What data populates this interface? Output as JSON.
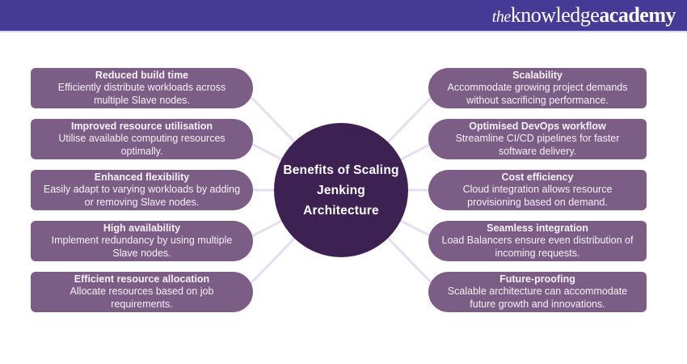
{
  "header": {
    "logo": {
      "the": "the",
      "knowledge": "knowledge",
      "academy": "academy"
    }
  },
  "diagram": {
    "center": {
      "title_lines": [
        "Benefits of Scaling",
        "Jenking",
        "Architecture"
      ]
    },
    "left_items": [
      {
        "title": "Reduced build time",
        "description": "Efficiently distribute workloads across multiple Slave nodes."
      },
      {
        "title": "Improved resource utilisation",
        "description": "Utilise available computing resources optimally."
      },
      {
        "title": "Enhanced flexibility",
        "description": "Easily adapt to varying workloads by adding or removing Slave nodes."
      },
      {
        "title": "High availability",
        "description": "Implement redundancy by using multiple Slave nodes."
      },
      {
        "title": "Efficient resource allocation",
        "description": "Allocate resources based on job requirements."
      }
    ],
    "right_items": [
      {
        "title": "Scalability",
        "description": "Accommodate growing project demands without sacrificing performance."
      },
      {
        "title": "Optimised DevOps workflow",
        "description": "Streamline CI/CD pipelines for faster software delivery."
      },
      {
        "title": "Cost efficiency",
        "description": "Cloud integration allows resource provisioning based on demand."
      },
      {
        "title": "Seamless integration",
        "description": "Load Balancers ensure even distribution of incoming requests."
      },
      {
        "title": "Future-proofing",
        "description": "Scalable architecture can accommodate future growth and innovations."
      }
    ]
  },
  "colors": {
    "banner": "#453a95",
    "banner_underline": "#d9d3ee",
    "pill": "#7c5d85",
    "circle": "#3e2153",
    "connector": "#e6ddf1",
    "text_on_dark": "#ffffff"
  }
}
